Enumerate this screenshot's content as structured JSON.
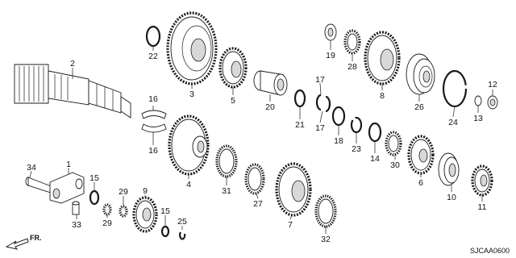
{
  "diagram_code": "SJCAA0600",
  "direction_label": "FR.",
  "callouts": [
    "1",
    "2",
    "3",
    "4",
    "5",
    "6",
    "7",
    "8",
    "9",
    "10",
    "11",
    "12",
    "13",
    "14",
    "15",
    "15",
    "16",
    "16",
    "17",
    "17",
    "18",
    "19",
    "20",
    "21",
    "22",
    "23",
    "24",
    "25",
    "26",
    "27",
    "28",
    "29",
    "29",
    "30",
    "31",
    "32",
    "33",
    "34"
  ],
  "colors": {
    "line": "#1a1a1a",
    "background": "#ffffff",
    "shade": "#d8d8d8"
  }
}
